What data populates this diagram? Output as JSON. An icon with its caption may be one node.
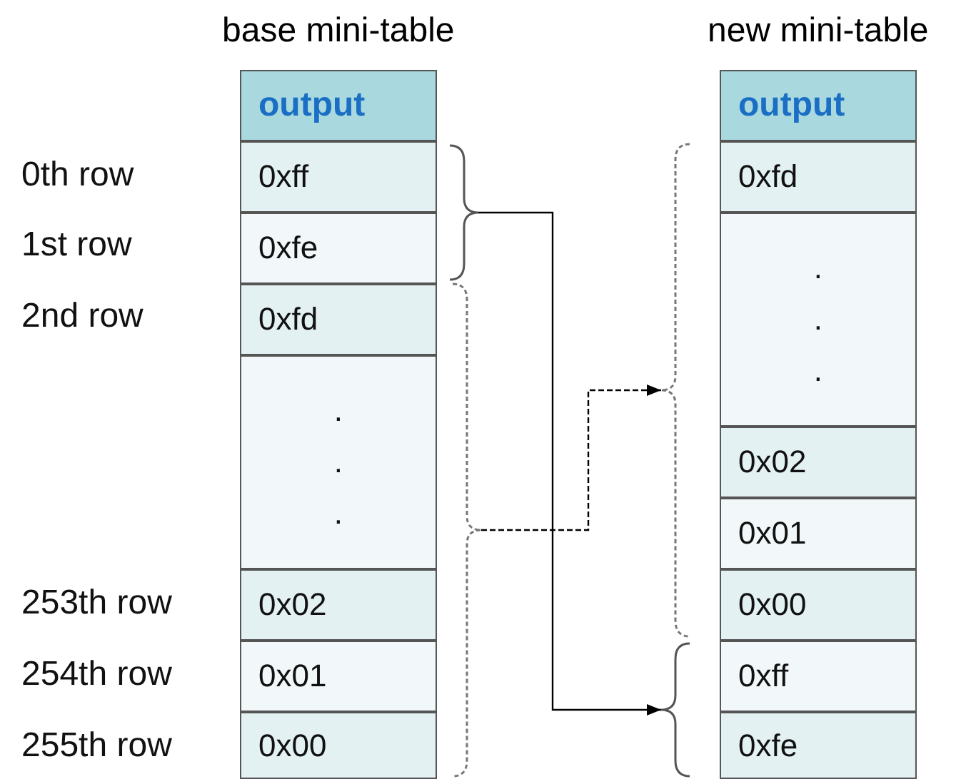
{
  "diagram": {
    "nodes": [
      {
        "text": [
          "base mini-table"
        ]
      },
      {
        "text": [
          "output"
        ],
        "in": 0
      },
      {
        "text": [
          "0xff"
        ],
        "in": 0
      },
      {
        "text": [
          "0xfe"
        ],
        "in": 0
      },
      {
        "text": [
          "0xfd"
        ],
        "in": 0
      },
      {
        "text": [
          ". . ."
        ],
        "in": 0
      },
      {
        "text": [
          "0x02"
        ],
        "in": 0
      },
      {
        "text": [
          "0x01"
        ],
        "in": 0
      },
      {
        "text": [
          "0x00"
        ],
        "in": 0
      },
      {
        "text": [
          "new mini-table"
        ]
      },
      {
        "text": [
          "output"
        ],
        "in": 9
      },
      {
        "text": [
          "0xfd"
        ],
        "in": 9
      },
      {
        "text": [
          ". . ."
        ],
        "in": 9
      },
      {
        "text": [
          "0x02"
        ],
        "in": 9
      },
      {
        "text": [
          "0x01"
        ],
        "in": 9
      },
      {
        "text": [
          "0x00"
        ],
        "in": 9
      },
      {
        "text": [
          "0xff"
        ],
        "in": 9
      },
      {
        "text": [
          "0xfe"
        ],
        "in": 9
      },
      {
        "text": [],
        "shape": "brace"
      },
      {
        "text": [],
        "shape": "brace"
      },
      {
        "text": [],
        "shape": "brace"
      },
      {
        "text": [],
        "shape": "brace"
      }
    ],
    "edges": [
      {
        "from": 18,
        "to": 21,
        "arrow": "to"
      },
      {
        "from": 19,
        "to": 20,
        "arrow": "to",
        "style": "dashed"
      }
    ],
    "labels": [
      "0th row",
      "1st row",
      "2nd row",
      "253th row",
      "254th row",
      "255th row"
    ]
  }
}
